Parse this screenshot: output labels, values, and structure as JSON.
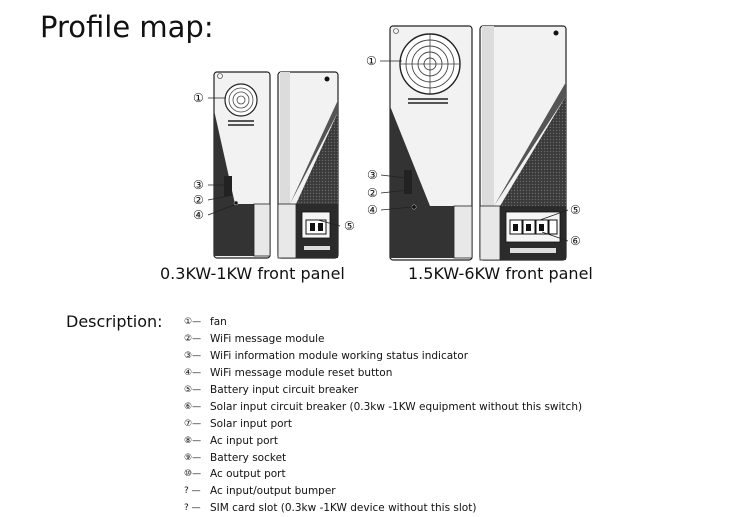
{
  "title": "Profile map:",
  "panels": {
    "small": {
      "label": "0.3KW-1KW front panel",
      "callouts": [
        "①",
        "③",
        "②",
        "④",
        "⑤"
      ]
    },
    "large": {
      "label": "1.5KW-6KW front panel",
      "callouts": [
        "①",
        "③",
        "②",
        "④",
        "⑤",
        "⑥"
      ]
    }
  },
  "description": {
    "heading": "Description:",
    "items": [
      {
        "marker": "①—",
        "text": "fan"
      },
      {
        "marker": "②—",
        "text": "WiFi message module"
      },
      {
        "marker": "③—",
        "text": "WiFi information module working status indicator"
      },
      {
        "marker": "④—",
        "text": "WiFi message module reset button"
      },
      {
        "marker": "⑤—",
        "text": "Battery input circuit breaker"
      },
      {
        "marker": "⑥—",
        "text": "Solar input circuit breaker (0.3kw -1KW equipment without this switch)"
      },
      {
        "marker": "⑦—",
        "text": "Solar input port"
      },
      {
        "marker": "⑧—",
        "text": "Ac input port"
      },
      {
        "marker": "⑨—",
        "text": "Battery socket"
      },
      {
        "marker": "⑩—",
        "text": "Ac output port"
      },
      {
        "marker": "?  —",
        "text": "Ac input/output bumper"
      },
      {
        "marker": "?  —",
        "text": "SIM card slot (0.3kw -1KW device without this slot)"
      }
    ]
  }
}
